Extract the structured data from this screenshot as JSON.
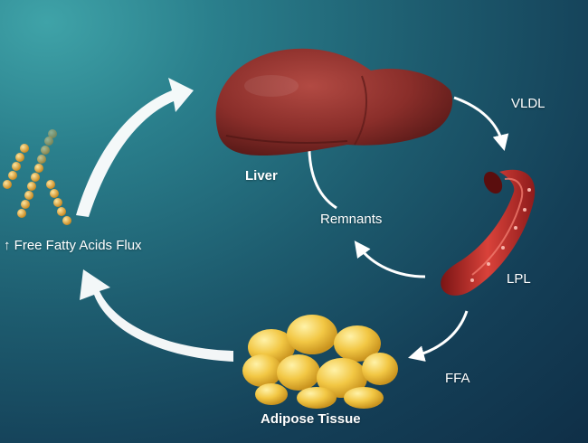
{
  "labels": {
    "liver": "Liver",
    "vldl": "VLDL",
    "remnants": "Remnants",
    "lpl": "LPL",
    "ffa": "FFA",
    "adipose": "Adipose Tissue",
    "ffa_flux": "Free Fatty Acids Flux",
    "up_arrow": "↑"
  },
  "colors": {
    "liver": "#8a2e2a",
    "vessel": "#c0302c",
    "adipose": "#f2c744",
    "fatty_acid_beads": "#e0a83a",
    "arrow": "#ffffff"
  }
}
